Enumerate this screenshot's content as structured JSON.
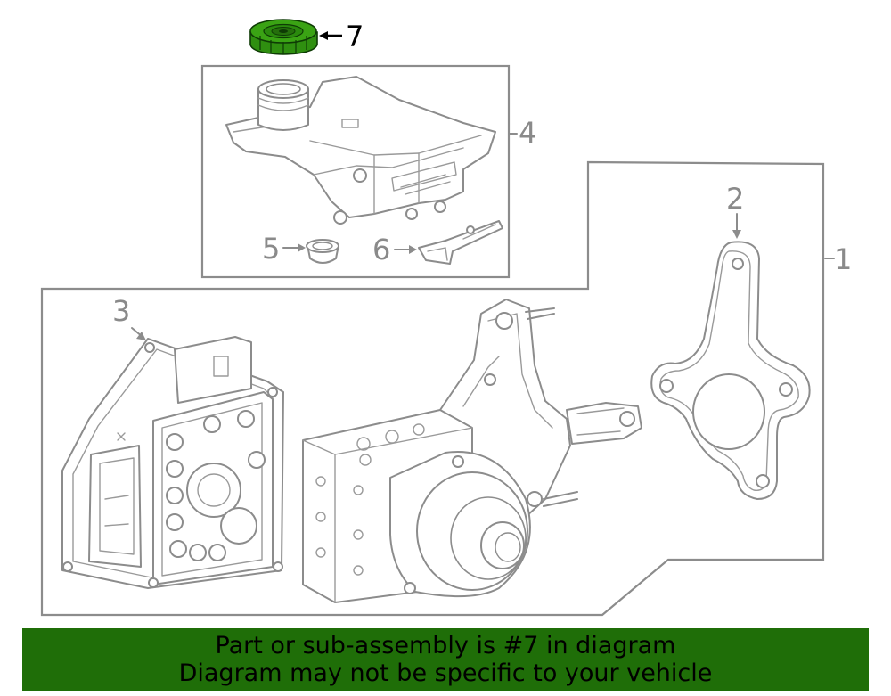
{
  "callouts": {
    "c1": "1",
    "c2": "2",
    "c3": "3",
    "c4": "4",
    "c5": "5",
    "c6": "6",
    "c7": "7"
  },
  "highlighted_part": "7",
  "highlight_color": "#1f6e08",
  "banner": {
    "line1": "Part or sub-assembly is #7 in diagram",
    "line2": "Diagram may not be specific to your vehicle"
  },
  "icons": {
    "reservoir_cap": "reservoir-cap-icon",
    "fluid_reservoir": "fluid-reservoir-icon",
    "grommet": "grommet-icon",
    "sensor": "level-sensor-icon",
    "gasket": "gasket-icon",
    "control_module": "control-module-icon",
    "brake_pump": "brake-pump-icon"
  }
}
